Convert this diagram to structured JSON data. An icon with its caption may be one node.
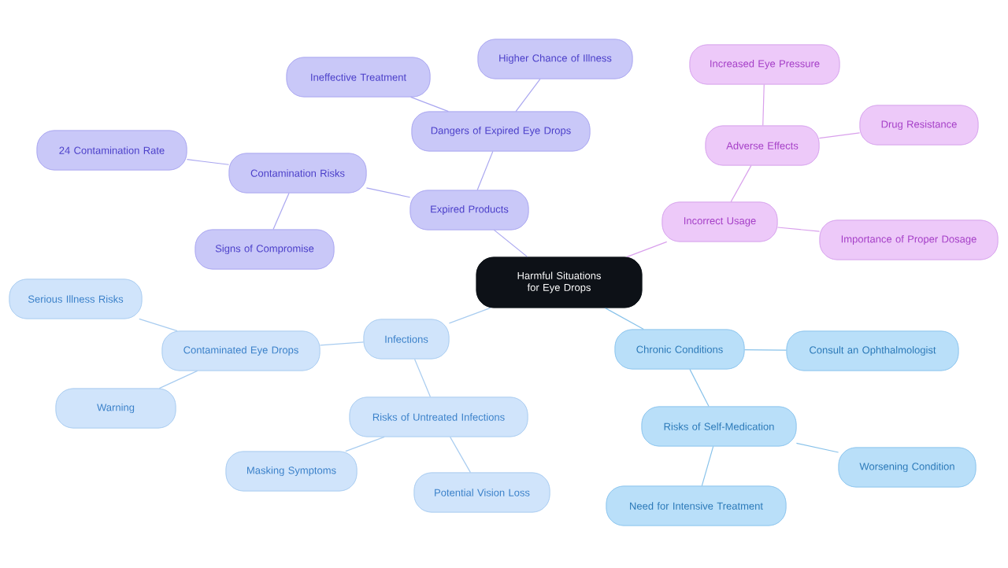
{
  "diagram": {
    "nodes": [
      {
        "text": [
          "Harmful Situations for Eye Drops"
        ]
      },
      {
        "text": [
          "Expired Products"
        ]
      },
      {
        "text": [
          "Dangers of Expired Eye Drops"
        ]
      },
      {
        "text": [
          "Higher Chance of Illness"
        ]
      },
      {
        "text": [
          "Ineffective Treatment"
        ]
      },
      {
        "text": [
          "Contamination Risks"
        ]
      },
      {
        "text": [
          "24 Contamination Rate"
        ]
      },
      {
        "text": [
          "Signs of Compromise"
        ]
      },
      {
        "text": [
          "Incorrect Usage"
        ]
      },
      {
        "text": [
          "Adverse Effects"
        ]
      },
      {
        "text": [
          "Increased Eye Pressure"
        ]
      },
      {
        "text": [
          "Drug Resistance"
        ]
      },
      {
        "text": [
          "Importance of Proper Dosage"
        ]
      },
      {
        "text": [
          "Infections"
        ]
      },
      {
        "text": [
          "Contaminated Eye Drops"
        ]
      },
      {
        "text": [
          "Serious Illness Risks"
        ]
      },
      {
        "text": [
          "Warning"
        ]
      },
      {
        "text": [
          "Risks of Untreated Infections"
        ]
      },
      {
        "text": [
          "Masking Symptoms"
        ]
      },
      {
        "text": [
          "Potential Vision Loss"
        ]
      },
      {
        "text": [
          "Chronic Conditions"
        ]
      },
      {
        "text": [
          "Consult an Ophthalmologist"
        ]
      },
      {
        "text": [
          "Risks of Self-Medication"
        ]
      },
      {
        "text": [
          "Worsening Condition"
        ]
      },
      {
        "text": [
          "Need for Intensive Treatment"
        ]
      }
    ],
    "edges": [
      {
        "from": 0,
        "to": 1,
        "arrow": "none",
        "color": "#a9a6f0"
      },
      {
        "from": 1,
        "to": 2,
        "arrow": "none",
        "color": "#a9a6f0"
      },
      {
        "from": 2,
        "to": 3,
        "arrow": "none",
        "color": "#a9a6f0"
      },
      {
        "from": 2,
        "to": 4,
        "arrow": "none",
        "color": "#a9a6f0"
      },
      {
        "from": 1,
        "to": 5,
        "arrow": "none",
        "color": "#a9a6f0"
      },
      {
        "from": 5,
        "to": 6,
        "arrow": "none",
        "color": "#a9a6f0"
      },
      {
        "from": 5,
        "to": 7,
        "arrow": "none",
        "color": "#a9a6f0"
      },
      {
        "from": 0,
        "to": 8,
        "arrow": "none",
        "color": "#d9a0ec"
      },
      {
        "from": 8,
        "to": 9,
        "arrow": "none",
        "color": "#d9a0ec"
      },
      {
        "from": 9,
        "to": 10,
        "arrow": "none",
        "color": "#d9a0ec"
      },
      {
        "from": 9,
        "to": 11,
        "arrow": "none",
        "color": "#d9a0ec"
      },
      {
        "from": 8,
        "to": 12,
        "arrow": "none",
        "color": "#d9a0ec"
      },
      {
        "from": 0,
        "to": 13,
        "arrow": "none",
        "color": "#a8ccf0"
      },
      {
        "from": 13,
        "to": 14,
        "arrow": "none",
        "color": "#a8ccf0"
      },
      {
        "from": 14,
        "to": 15,
        "arrow": "none",
        "color": "#a8ccf0"
      },
      {
        "from": 14,
        "to": 16,
        "arrow": "none",
        "color": "#a8ccf0"
      },
      {
        "from": 13,
        "to": 17,
        "arrow": "none",
        "color": "#a8ccf0"
      },
      {
        "from": 17,
        "to": 18,
        "arrow": "none",
        "color": "#a8ccf0"
      },
      {
        "from": 17,
        "to": 19,
        "arrow": "none",
        "color": "#a8ccf0"
      },
      {
        "from": 0,
        "to": 20,
        "arrow": "none",
        "color": "#88c2ea"
      },
      {
        "from": 20,
        "to": 21,
        "arrow": "none",
        "color": "#88c2ea"
      },
      {
        "from": 20,
        "to": 22,
        "arrow": "none",
        "color": "#88c2ea"
      },
      {
        "from": 22,
        "to": 23,
        "arrow": "none",
        "color": "#88c2ea"
      },
      {
        "from": 22,
        "to": 24,
        "arrow": "none",
        "color": "#88c2ea"
      }
    ]
  }
}
